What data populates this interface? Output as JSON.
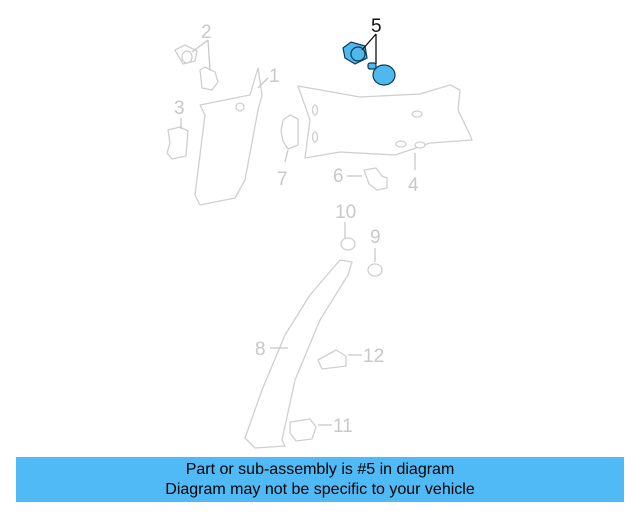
{
  "diagram": {
    "highlighted_part": "5",
    "highlight_color": "#4fb9ee",
    "callouts": [
      {
        "id": "1",
        "label": "1"
      },
      {
        "id": "2",
        "label": "2"
      },
      {
        "id": "3",
        "label": "3"
      },
      {
        "id": "4",
        "label": "4"
      },
      {
        "id": "5",
        "label": "5"
      },
      {
        "id": "6",
        "label": "6"
      },
      {
        "id": "7",
        "label": "7"
      },
      {
        "id": "8",
        "label": "8"
      },
      {
        "id": "9",
        "label": "9"
      },
      {
        "id": "10",
        "label": "10"
      },
      {
        "id": "11",
        "label": "11"
      },
      {
        "id": "12",
        "label": "12"
      }
    ]
  },
  "banner": {
    "line1": "Part or sub-assembly is #5 in diagram",
    "line2": "Diagram may not be specific to your vehicle",
    "color": "#4fbaf5"
  }
}
